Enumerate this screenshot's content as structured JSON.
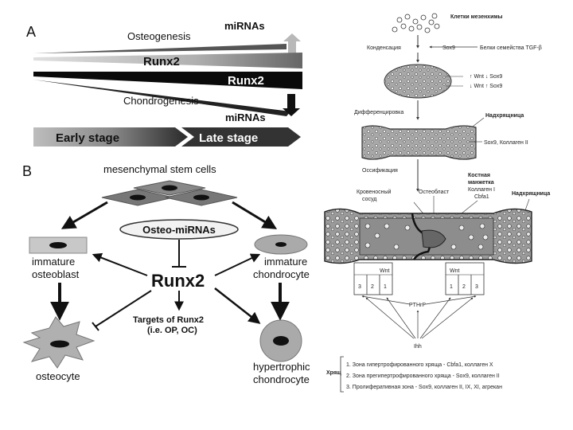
{
  "panelA": {
    "label": "A",
    "osteogenesis": "Osteogenesis",
    "mirnas_top": "miRNAs",
    "runx2_upper": "Runx2",
    "runx2_lower": "Runx2",
    "chondrogenesis": "Chondrogenesis",
    "mirnas_bottom": "miRNAs",
    "early_stage": "Early stage",
    "late_stage": "Late stage"
  },
  "panelB": {
    "label": "B",
    "msc": "mesenchymal stem cells",
    "osteo_mirnas": "Osteo-miRNAs",
    "immature_osteoblast_1": "immature",
    "immature_osteoblast_2": "osteoblast",
    "immature_chondrocyte_1": "immature",
    "immature_chondrocyte_2": "chondrocyte",
    "runx2": "Runx2",
    "targets_1": "Targets of Runx2",
    "targets_2": "(i.e. OP, OC)",
    "osteocyte": "osteocyte",
    "hypertrophic_1": "hypertrophic",
    "hypertrophic_2": "chondrocyte"
  },
  "right": {
    "mesenchyme_cells": "Клетки мезенхимы",
    "condensation": "Конденсация",
    "sox9": "Sox9",
    "tgf": "Белки семейства TGF-β",
    "wnt_up_sox9_down": "↑ Wnt  ↓ Sox9",
    "wnt_down_sox9_up": "↓ Wnt  ↑ Sox9",
    "differentiation": "Дифференцировка",
    "perichondrium": "Надхрящница",
    "sox9_collagen2": "Sox9, Коллаген II",
    "ossification": "Оссификация",
    "bone_collar": "Костная",
    "bone_collar_2": "манжетка",
    "blood_vessel_1": "Кровеносный",
    "blood_vessel_2": "сосуд",
    "osteoblast": "Остеобласт",
    "collagen1": "Коллаген I",
    "cbfa1": "Cbfa1",
    "perichondrium_2": "Надхрящница",
    "zones_left": [
      "3",
      "2",
      "1"
    ],
    "zones_right": [
      "1",
      "2",
      "3"
    ],
    "wnt": "Wnt",
    "pthrp": "PTHrP",
    "ihh": "Ihh",
    "cartilage_label": "Хрящ",
    "legend": [
      "1. Зона гипертрофированного хряща - Cbfa1, коллаген X",
      "2. Зона прегипертрофированного хряща - Sox9, коллаген II",
      "3. Пролиферативная зона - Sox9, коллаген II, IX, XI, агрекан"
    ]
  }
}
